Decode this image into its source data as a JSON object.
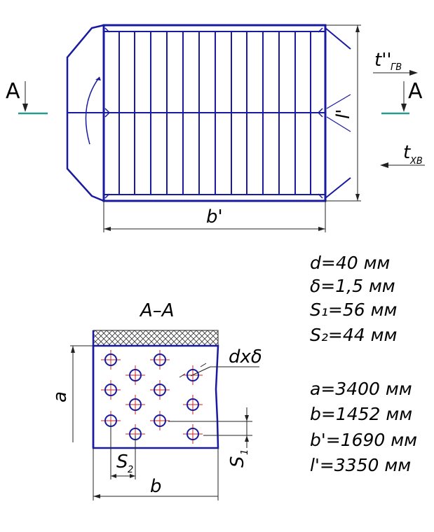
{
  "section_marker": "A",
  "section_title": "A–A",
  "labels": {
    "b_prime": "b'",
    "l_prime": "l'",
    "t_hot": "t''",
    "t_hot_sub": "ГВ",
    "t_cold": "t",
    "t_cold_sub": "ХВ",
    "a": "a",
    "b": "b",
    "s1": "S",
    "s1_sub": "1",
    "s2": "S",
    "s2_sub": "2",
    "d_delta": "dxδ"
  },
  "specs_group1": [
    "d=40 мм",
    "δ=1,5 мм",
    "S₁=56 мм",
    "S₂=44 мм"
  ],
  "specs_group2": [
    "a=3400 мм",
    "b=1452 мм",
    "b'=1690 мм",
    "l'=3350 мм"
  ],
  "colors": {
    "outline": "#1a1aa0",
    "marker": "#2a9a8a",
    "crosshair": "#cc2222"
  }
}
